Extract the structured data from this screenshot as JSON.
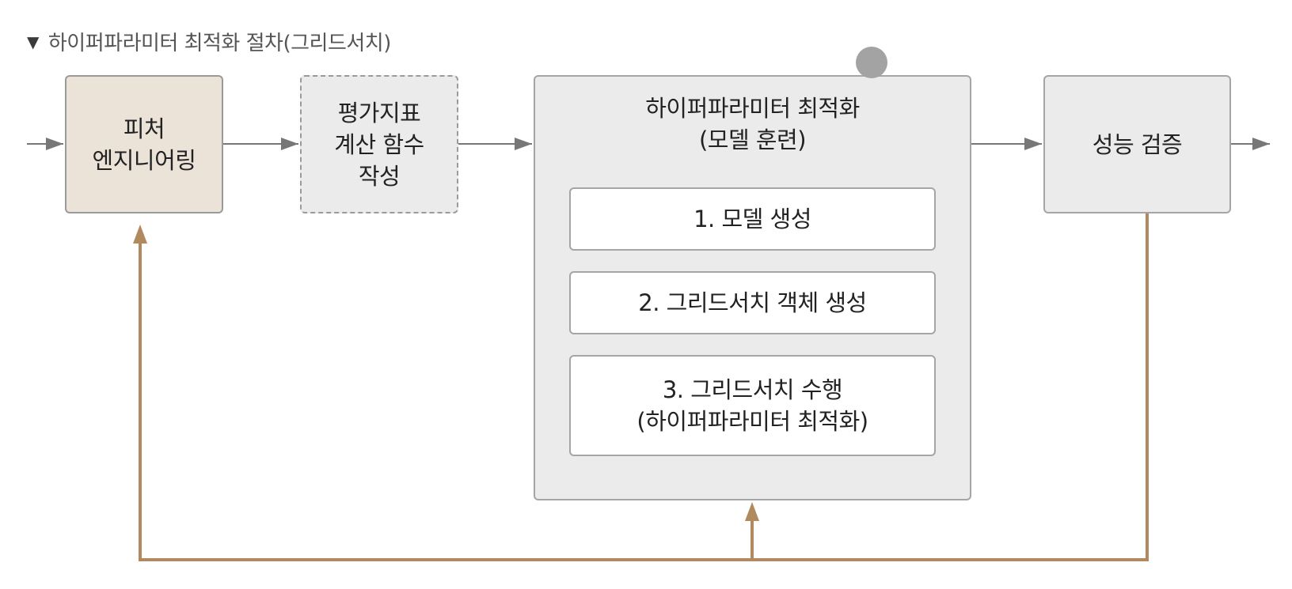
{
  "title": {
    "marker": "▼",
    "text": "하이퍼파라미터 최적화 절차(그리드서치)"
  },
  "boxes": {
    "feature_engineering": [
      "피처",
      "엔지니어링"
    ],
    "metric_function": [
      "평가지표",
      "계산 함수",
      "작성"
    ],
    "optimization": [
      "하이퍼파라미터 최적화",
      "(모델 훈련)"
    ],
    "validation": [
      "성능 검증"
    ]
  },
  "steps": [
    [
      "1. 모델 생성"
    ],
    [
      "2. 그리드서치 객체 생성"
    ],
    [
      "3. 그리드서치 수행",
      "(하이퍼파라미터 최적화)"
    ]
  ],
  "colors": {
    "feedback_arrow": "#b08a5e",
    "flow_arrow": "#777777",
    "feature_box_fill": "#ece3d8",
    "box_fill": "#ebebeb"
  }
}
